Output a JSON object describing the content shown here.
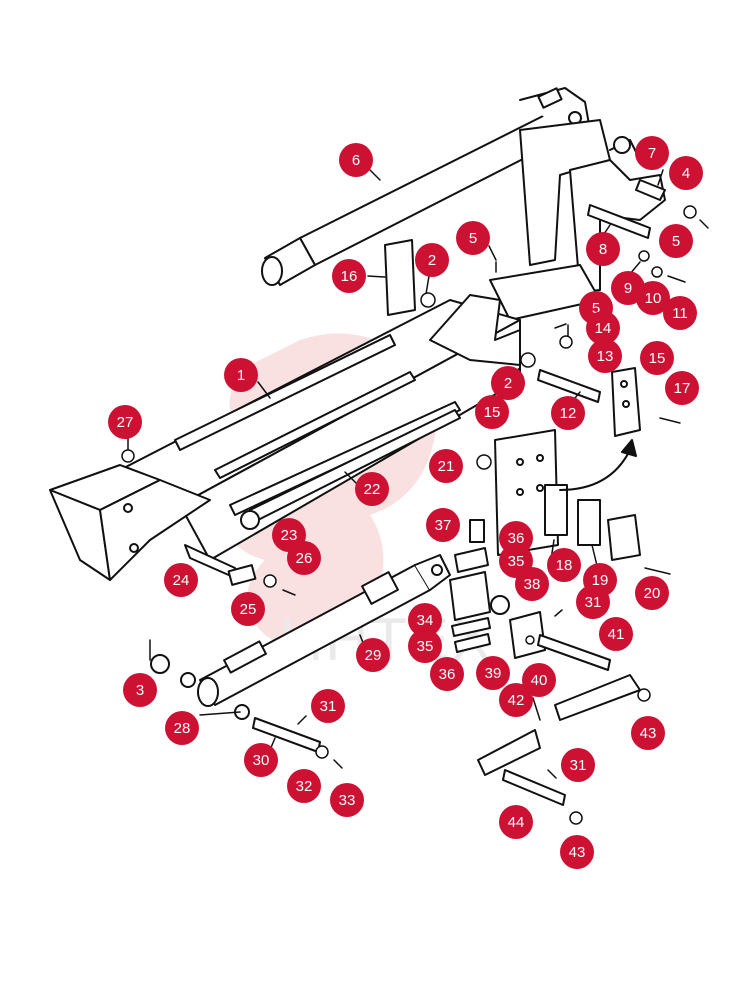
{
  "diagram": {
    "watermark": {
      "text": "ИНТЕХ"
    },
    "badge_color": "#cc1133",
    "callouts": [
      {
        "id": "c1",
        "label": "1"
      },
      {
        "id": "c2a",
        "label": "2"
      },
      {
        "id": "c2b",
        "label": "2"
      },
      {
        "id": "c3",
        "label": "3"
      },
      {
        "id": "c4",
        "label": "4"
      },
      {
        "id": "c5a",
        "label": "5"
      },
      {
        "id": "c5b",
        "label": "5"
      },
      {
        "id": "c5c",
        "label": "5"
      },
      {
        "id": "c6",
        "label": "6"
      },
      {
        "id": "c7",
        "label": "7"
      },
      {
        "id": "c8",
        "label": "8"
      },
      {
        "id": "c9",
        "label": "9"
      },
      {
        "id": "c10",
        "label": "10"
      },
      {
        "id": "c11",
        "label": "11"
      },
      {
        "id": "c12",
        "label": "12"
      },
      {
        "id": "c13",
        "label": "13"
      },
      {
        "id": "c14",
        "label": "14"
      },
      {
        "id": "c15a",
        "label": "15"
      },
      {
        "id": "c15b",
        "label": "15"
      },
      {
        "id": "c16",
        "label": "16"
      },
      {
        "id": "c17",
        "label": "17"
      },
      {
        "id": "c18",
        "label": "18"
      },
      {
        "id": "c19",
        "label": "19"
      },
      {
        "id": "c20",
        "label": "20"
      },
      {
        "id": "c21",
        "label": "21"
      },
      {
        "id": "c22",
        "label": "22"
      },
      {
        "id": "c23",
        "label": "23"
      },
      {
        "id": "c24",
        "label": "24"
      },
      {
        "id": "c25",
        "label": "25"
      },
      {
        "id": "c26",
        "label": "26"
      },
      {
        "id": "c27",
        "label": "27"
      },
      {
        "id": "c28",
        "label": "28"
      },
      {
        "id": "c29",
        "label": "29"
      },
      {
        "id": "c30",
        "label": "30"
      },
      {
        "id": "c31a",
        "label": "31"
      },
      {
        "id": "c31b",
        "label": "31"
      },
      {
        "id": "c31c",
        "label": "31"
      },
      {
        "id": "c32",
        "label": "32"
      },
      {
        "id": "c33",
        "label": "33"
      },
      {
        "id": "c34",
        "label": "34"
      },
      {
        "id": "c35a",
        "label": "35"
      },
      {
        "id": "c35b",
        "label": "35"
      },
      {
        "id": "c36a",
        "label": "36"
      },
      {
        "id": "c36b",
        "label": "36"
      },
      {
        "id": "c37",
        "label": "37"
      },
      {
        "id": "c38",
        "label": "38"
      },
      {
        "id": "c39",
        "label": "39"
      },
      {
        "id": "c40",
        "label": "40"
      },
      {
        "id": "c41",
        "label": "41"
      },
      {
        "id": "c42",
        "label": "42"
      },
      {
        "id": "c43a",
        "label": "43"
      },
      {
        "id": "c43b",
        "label": "43"
      },
      {
        "id": "c44",
        "label": "44"
      }
    ]
  }
}
